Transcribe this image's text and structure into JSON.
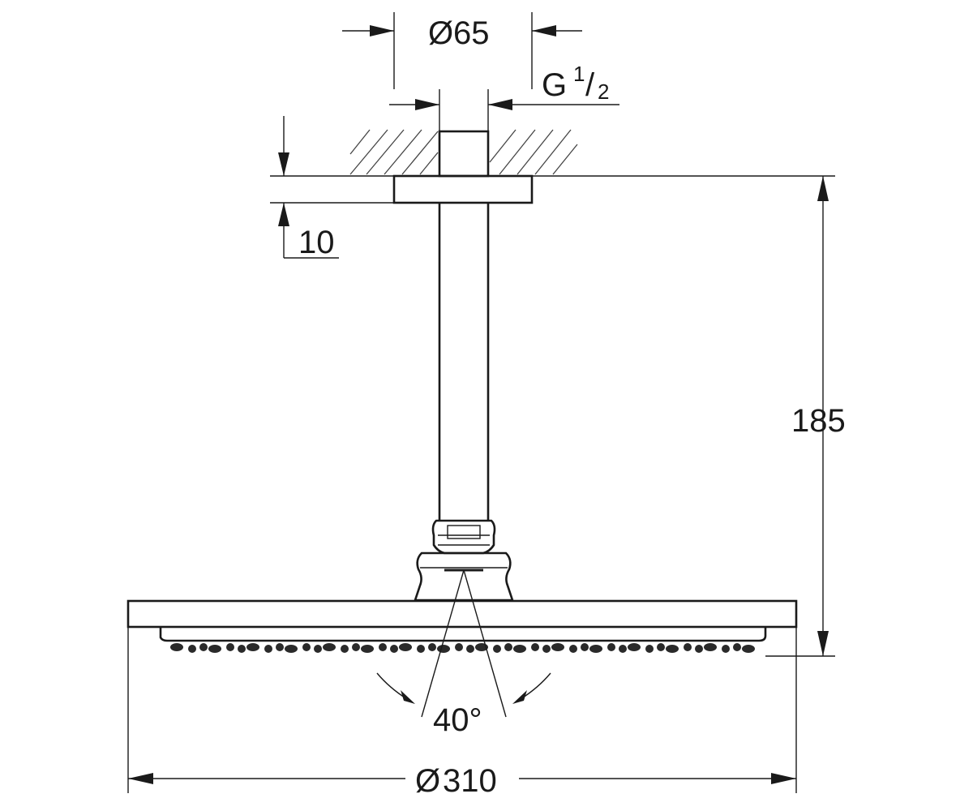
{
  "diagram": {
    "dimensions": {
      "flange_diameter": {
        "symbol": "Ø",
        "value": "65"
      },
      "thread": {
        "prefix": "G",
        "numerator": "1",
        "slash": "/",
        "denominator": "2"
      },
      "flange_thickness": {
        "value": "10"
      },
      "drop_height": {
        "value": "185"
      },
      "spray_angle": {
        "value": "40°"
      },
      "head_diameter": {
        "symbol": "Ø",
        "value": "310"
      }
    },
    "colors": {
      "line": "#1a1a1a",
      "background": "#ffffff"
    }
  }
}
